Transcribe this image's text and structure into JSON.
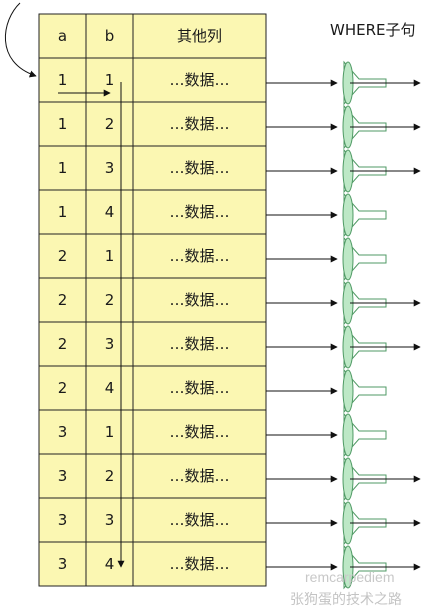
{
  "table": {
    "headers": [
      "a",
      "b",
      "其他列"
    ],
    "rows": [
      [
        "1",
        "1",
        "…数据…"
      ],
      [
        "1",
        "2",
        "…数据…"
      ],
      [
        "1",
        "3",
        "…数据…"
      ],
      [
        "1",
        "4",
        "…数据…"
      ],
      [
        "2",
        "1",
        "…数据…"
      ],
      [
        "2",
        "2",
        "…数据…"
      ],
      [
        "2",
        "3",
        "…数据…"
      ],
      [
        "2",
        "4",
        "…数据…"
      ],
      [
        "3",
        "1",
        "…数据…"
      ],
      [
        "3",
        "2",
        "…数据…"
      ],
      [
        "3",
        "3",
        "…数据…"
      ],
      [
        "3",
        "4",
        "…数据…"
      ]
    ]
  },
  "where_label": "WHERE子句",
  "filter_results": [
    "pass",
    "pass",
    "pass",
    "reject",
    "reject",
    "pass",
    "pass",
    "reject",
    "reject",
    "pass",
    "pass",
    "pass"
  ],
  "watermark": [
    "remcarpediem",
    "张狗蛋的技术之路"
  ],
  "colors": {
    "cell_fill": "#fbf7b2",
    "border": "#222222",
    "funnel_fill": "#bde8c6",
    "funnel_stroke": "#4f9a64",
    "arrow": "#111111"
  }
}
